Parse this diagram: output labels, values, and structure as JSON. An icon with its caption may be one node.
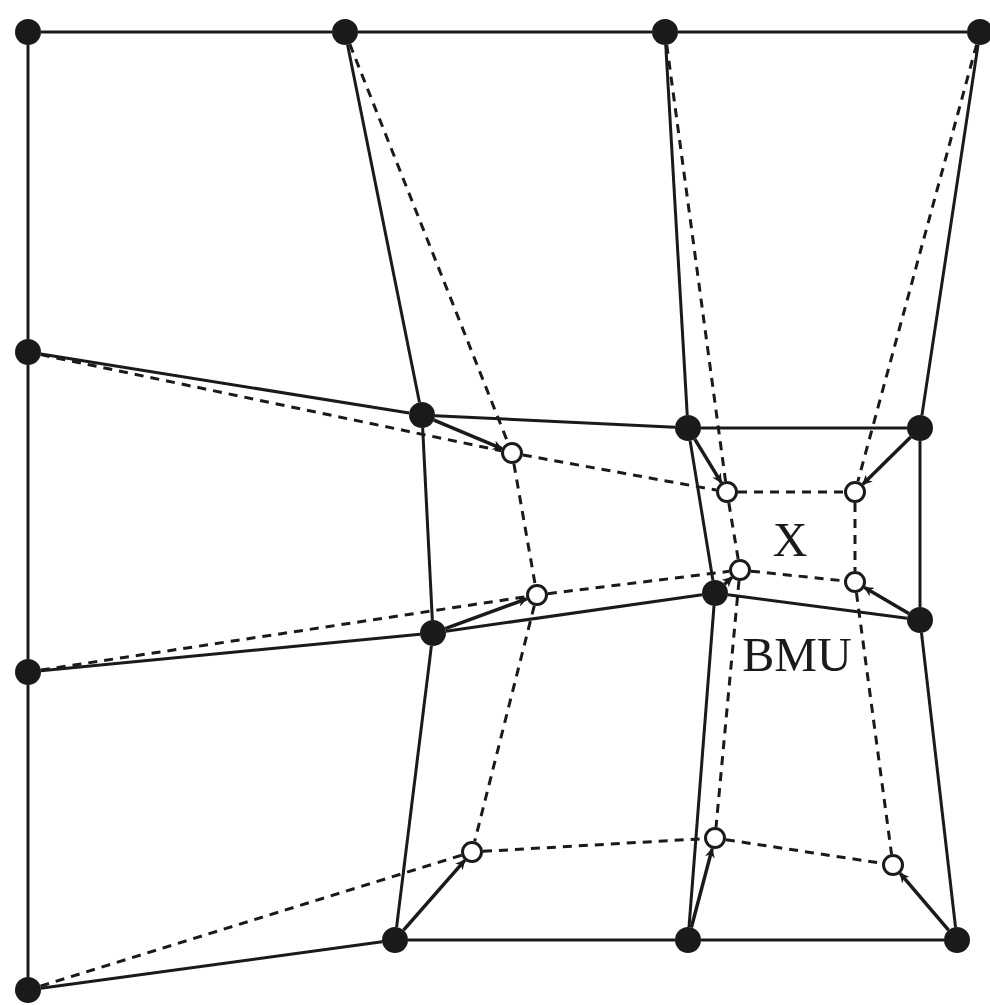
{
  "diagram": {
    "nodes": [
      {
        "text": [],
        "shape": "dot"
      },
      {
        "text": [],
        "shape": "dot"
      },
      {
        "text": [],
        "shape": "dot"
      },
      {
        "text": [],
        "shape": "dot"
      },
      {
        "text": [],
        "shape": "dot"
      },
      {
        "text": [],
        "shape": "dot"
      },
      {
        "text": [],
        "shape": "dot"
      },
      {
        "text": [],
        "shape": "dot"
      },
      {
        "text": [],
        "shape": "dot"
      },
      {
        "text": [],
        "shape": "dot"
      },
      {
        "text": [],
        "shape": "dot"
      },
      {
        "text": [],
        "shape": "dot"
      },
      {
        "text": [],
        "shape": "dot"
      },
      {
        "text": [],
        "shape": "dot"
      },
      {
        "text": [],
        "shape": "dot"
      },
      {
        "text": [],
        "shape": "dot"
      },
      {
        "text": [],
        "shape": "circle"
      },
      {
        "text": [],
        "shape": "circle"
      },
      {
        "text": [],
        "shape": "circle"
      },
      {
        "text": [],
        "shape": "circle"
      },
      {
        "text": [],
        "shape": "circle"
      },
      {
        "text": [],
        "shape": "circle"
      },
      {
        "text": [],
        "shape": "circle"
      },
      {
        "text": [],
        "shape": "circle"
      },
      {
        "text": [],
        "shape": "circle"
      }
    ],
    "edges": [
      {
        "from": 0,
        "to": 1,
        "arrow": "none"
      },
      {
        "from": 1,
        "to": 2,
        "arrow": "none"
      },
      {
        "from": 2,
        "to": 3,
        "arrow": "none"
      },
      {
        "from": 0,
        "to": 4,
        "arrow": "none"
      },
      {
        "from": 4,
        "to": 8,
        "arrow": "none"
      },
      {
        "from": 8,
        "to": 12,
        "arrow": "none"
      },
      {
        "from": 4,
        "to": 5,
        "arrow": "none"
      },
      {
        "from": 5,
        "to": 6,
        "arrow": "none"
      },
      {
        "from": 6,
        "to": 7,
        "arrow": "none"
      },
      {
        "from": 8,
        "to": 9,
        "arrow": "none"
      },
      {
        "from": 9,
        "to": 10,
        "arrow": "none"
      },
      {
        "from": 10,
        "to": 11,
        "arrow": "none"
      },
      {
        "from": 12,
        "to": 13,
        "arrow": "none"
      },
      {
        "from": 13,
        "to": 14,
        "arrow": "none"
      },
      {
        "from": 14,
        "to": 15,
        "arrow": "none"
      },
      {
        "from": 1,
        "to": 5,
        "arrow": "none"
      },
      {
        "from": 5,
        "to": 9,
        "arrow": "none"
      },
      {
        "from": 9,
        "to": 13,
        "arrow": "none"
      },
      {
        "from": 2,
        "to": 6,
        "arrow": "none"
      },
      {
        "from": 6,
        "to": 10,
        "arrow": "none"
      },
      {
        "from": 10,
        "to": 14,
        "arrow": "none"
      },
      {
        "from": 3,
        "to": 7,
        "arrow": "none"
      },
      {
        "from": 7,
        "to": 11,
        "arrow": "none"
      },
      {
        "from": 11,
        "to": 15,
        "arrow": "none"
      },
      {
        "from": 1,
        "to": 16,
        "arrow": "none",
        "style": "dashed"
      },
      {
        "from": 2,
        "to": 17,
        "arrow": "none",
        "style": "dashed"
      },
      {
        "from": 3,
        "to": 18,
        "arrow": "none",
        "style": "dashed"
      },
      {
        "from": 4,
        "to": 16,
        "arrow": "none",
        "style": "dashed"
      },
      {
        "from": 16,
        "to": 17,
        "arrow": "none",
        "style": "dashed"
      },
      {
        "from": 17,
        "to": 18,
        "arrow": "none",
        "style": "dashed"
      },
      {
        "from": 8,
        "to": 19,
        "arrow": "none",
        "style": "dashed"
      },
      {
        "from": 19,
        "to": 20,
        "arrow": "none",
        "style": "dashed"
      },
      {
        "from": 20,
        "to": 21,
        "arrow": "none",
        "style": "dashed"
      },
      {
        "from": 12,
        "to": 22,
        "arrow": "none",
        "style": "dashed"
      },
      {
        "from": 22,
        "to": 23,
        "arrow": "none",
        "style": "dashed"
      },
      {
        "from": 23,
        "to": 24,
        "arrow": "none",
        "style": "dashed"
      },
      {
        "from": 16,
        "to": 19,
        "arrow": "none",
        "style": "dashed"
      },
      {
        "from": 19,
        "to": 22,
        "arrow": "none",
        "style": "dashed"
      },
      {
        "from": 17,
        "to": 20,
        "arrow": "none",
        "style": "dashed"
      },
      {
        "from": 20,
        "to": 23,
        "arrow": "none",
        "style": "dashed"
      },
      {
        "from": 18,
        "to": 21,
        "arrow": "none",
        "style": "dashed"
      },
      {
        "from": 21,
        "to": 24,
        "arrow": "none",
        "style": "dashed"
      },
      {
        "from": 5,
        "to": 16,
        "arrow": "to"
      },
      {
        "from": 6,
        "to": 17,
        "arrow": "to"
      },
      {
        "from": 7,
        "to": 18,
        "arrow": "to"
      },
      {
        "from": 9,
        "to": 19,
        "arrow": "to"
      },
      {
        "from": 10,
        "to": 20,
        "arrow": "to"
      },
      {
        "from": 11,
        "to": 21,
        "arrow": "to"
      },
      {
        "from": 13,
        "to": 22,
        "arrow": "to"
      },
      {
        "from": 14,
        "to": 23,
        "arrow": "to"
      },
      {
        "from": 15,
        "to": 24,
        "arrow": "to"
      }
    ],
    "labels": [
      "X",
      "BMU"
    ]
  }
}
